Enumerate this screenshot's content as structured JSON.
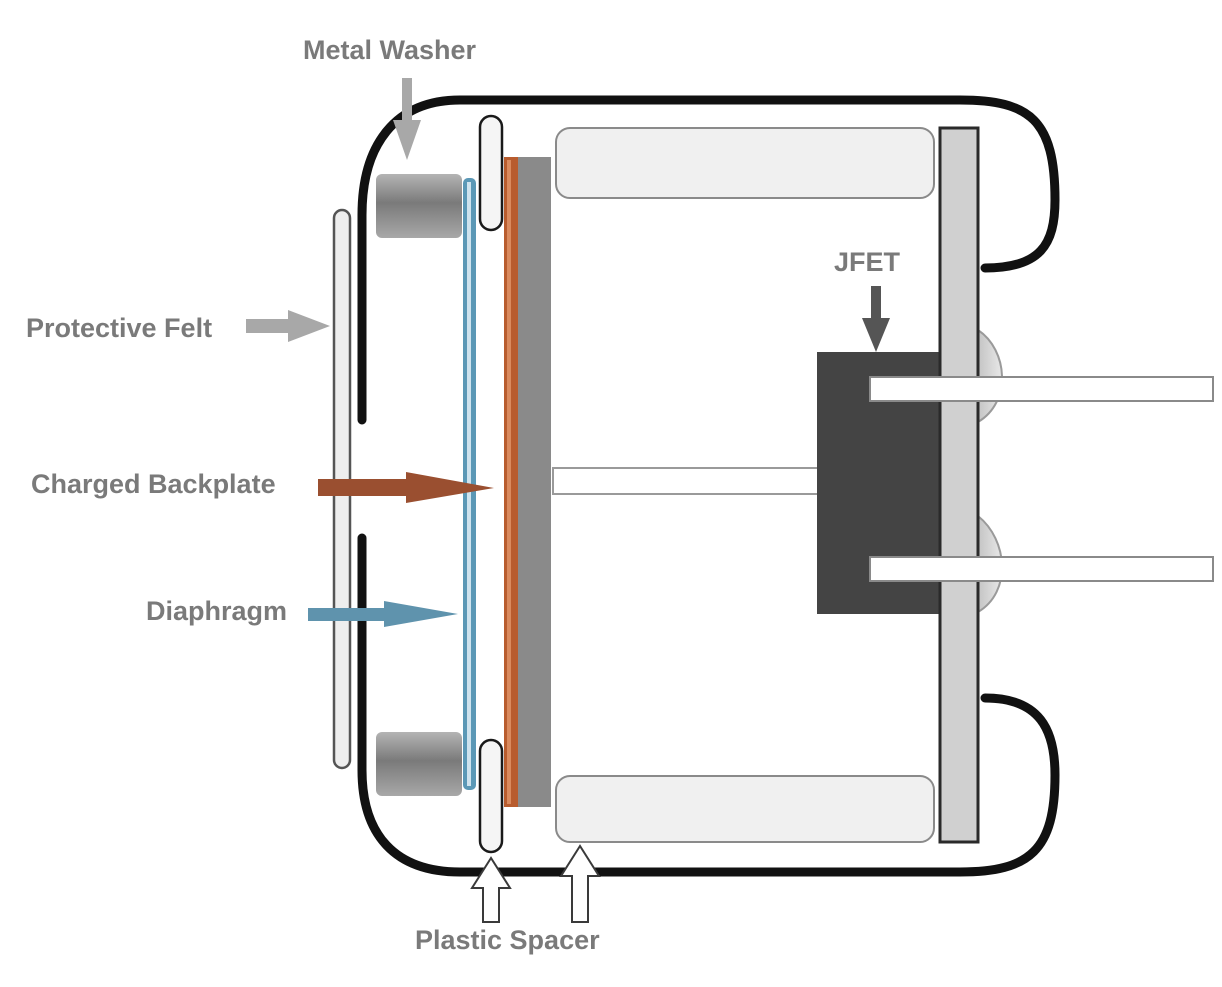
{
  "labels": {
    "metal_washer": "Metal Washer",
    "protective_felt": "Protective Felt",
    "charged_backplate": "Charged Backplate",
    "diaphragm": "Diaphragm",
    "jfet": "JFET",
    "plastic_spacer": "Plastic Spacer"
  },
  "colors": {
    "casing": "#111111",
    "diaphragm": "#5b98b6",
    "backplate": "#b85c2e",
    "backplate_arrow": "#9a4f30",
    "diaphragm_arrow": "#5f93ad",
    "gray_arrow": "#a8a8a8",
    "jfet_body": "#444444",
    "label_text": "#7a7a7a"
  }
}
